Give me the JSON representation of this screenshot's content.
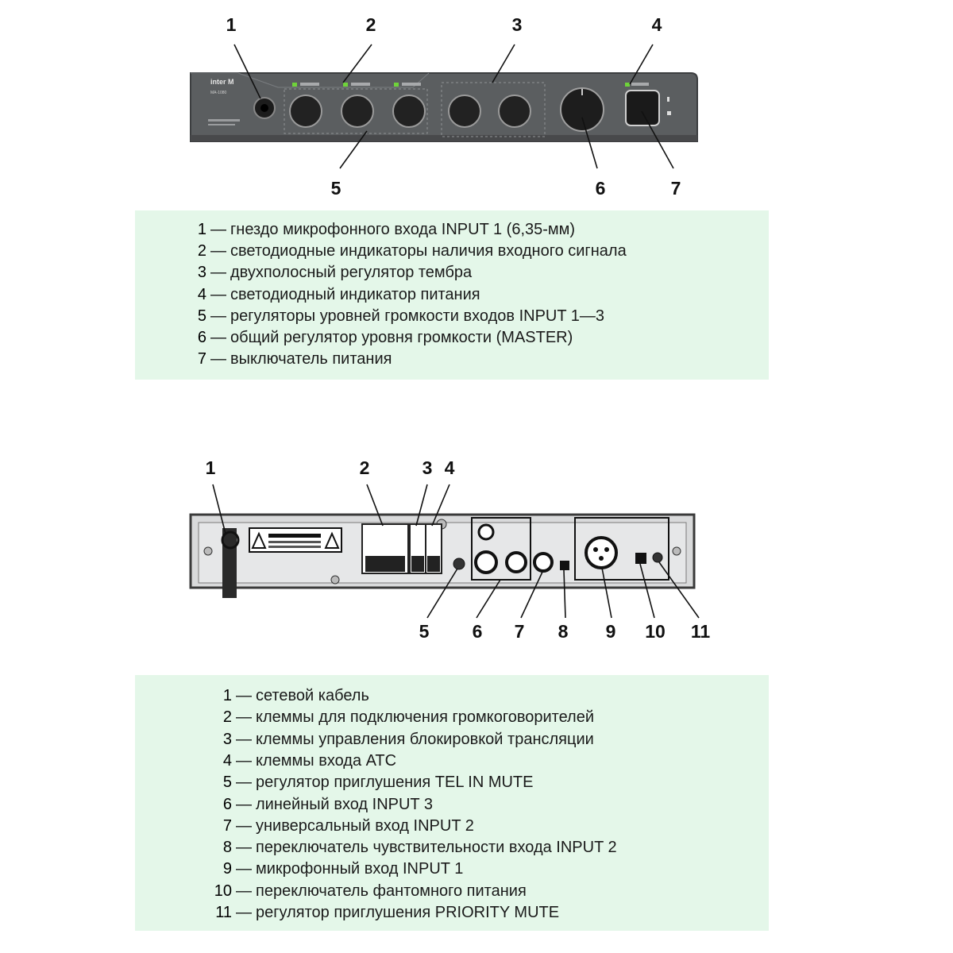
{
  "front": {
    "callouts": [
      {
        "n": "1"
      },
      {
        "n": "2"
      },
      {
        "n": "3"
      },
      {
        "n": "4"
      },
      {
        "n": "5"
      },
      {
        "n": "6"
      },
      {
        "n": "7"
      }
    ],
    "legend": [
      {
        "num": "1",
        "text": "гнездо микрофонного входа INPUT 1 (6,35-мм)"
      },
      {
        "num": "2",
        "text": "светодиодные индикаторы наличия входного сигнала"
      },
      {
        "num": "3",
        "text": "двухполосный регулятор тембра"
      },
      {
        "num": "4",
        "text": "светодиодный индикатор питания"
      },
      {
        "num": "5",
        "text": "регуляторы уровней громкости входов INPUT 1—3"
      },
      {
        "num": "6",
        "text": "общий регулятор уровня громкости (MASTER)"
      },
      {
        "num": "7",
        "text": "выключатель питания"
      }
    ]
  },
  "rear": {
    "callouts": [
      {
        "n": "1"
      },
      {
        "n": "2"
      },
      {
        "n": "3"
      },
      {
        "n": "4"
      },
      {
        "n": "5"
      },
      {
        "n": "6"
      },
      {
        "n": "7"
      },
      {
        "n": "8"
      },
      {
        "n": "9"
      },
      {
        "n": "10"
      },
      {
        "n": "11"
      }
    ],
    "legend": [
      {
        "num": "1",
        "text": "сетевой кабель"
      },
      {
        "num": "2",
        "text": "клеммы для подключения громкоговорителей"
      },
      {
        "num": "3",
        "text": "клеммы управления блокировкой трансляции"
      },
      {
        "num": "4",
        "text": "клеммы входа АТС"
      },
      {
        "num": "5",
        "text": "регулятор приглушения TEL IN MUTE"
      },
      {
        "num": "6",
        "text": "линейный вход INPUT 3"
      },
      {
        "num": "7",
        "text": "универсальный вход INPUT 2"
      },
      {
        "num": "8",
        "text": "переключатель чувствительности входа INPUT 2"
      },
      {
        "num": "9",
        "text": "микрофонный вход INPUT 1"
      },
      {
        "num": "10",
        "text": "переключатель фантомного питания"
      },
      {
        "num": "11",
        "text": "регулятор приглушения PRIORITY MUTE"
      }
    ]
  },
  "dash": "—",
  "colors": {
    "legend_bg": "#e4f7e9",
    "panel": "#5b5e60",
    "panel_rear": "#d9dadb",
    "led": "#6fd33a"
  }
}
